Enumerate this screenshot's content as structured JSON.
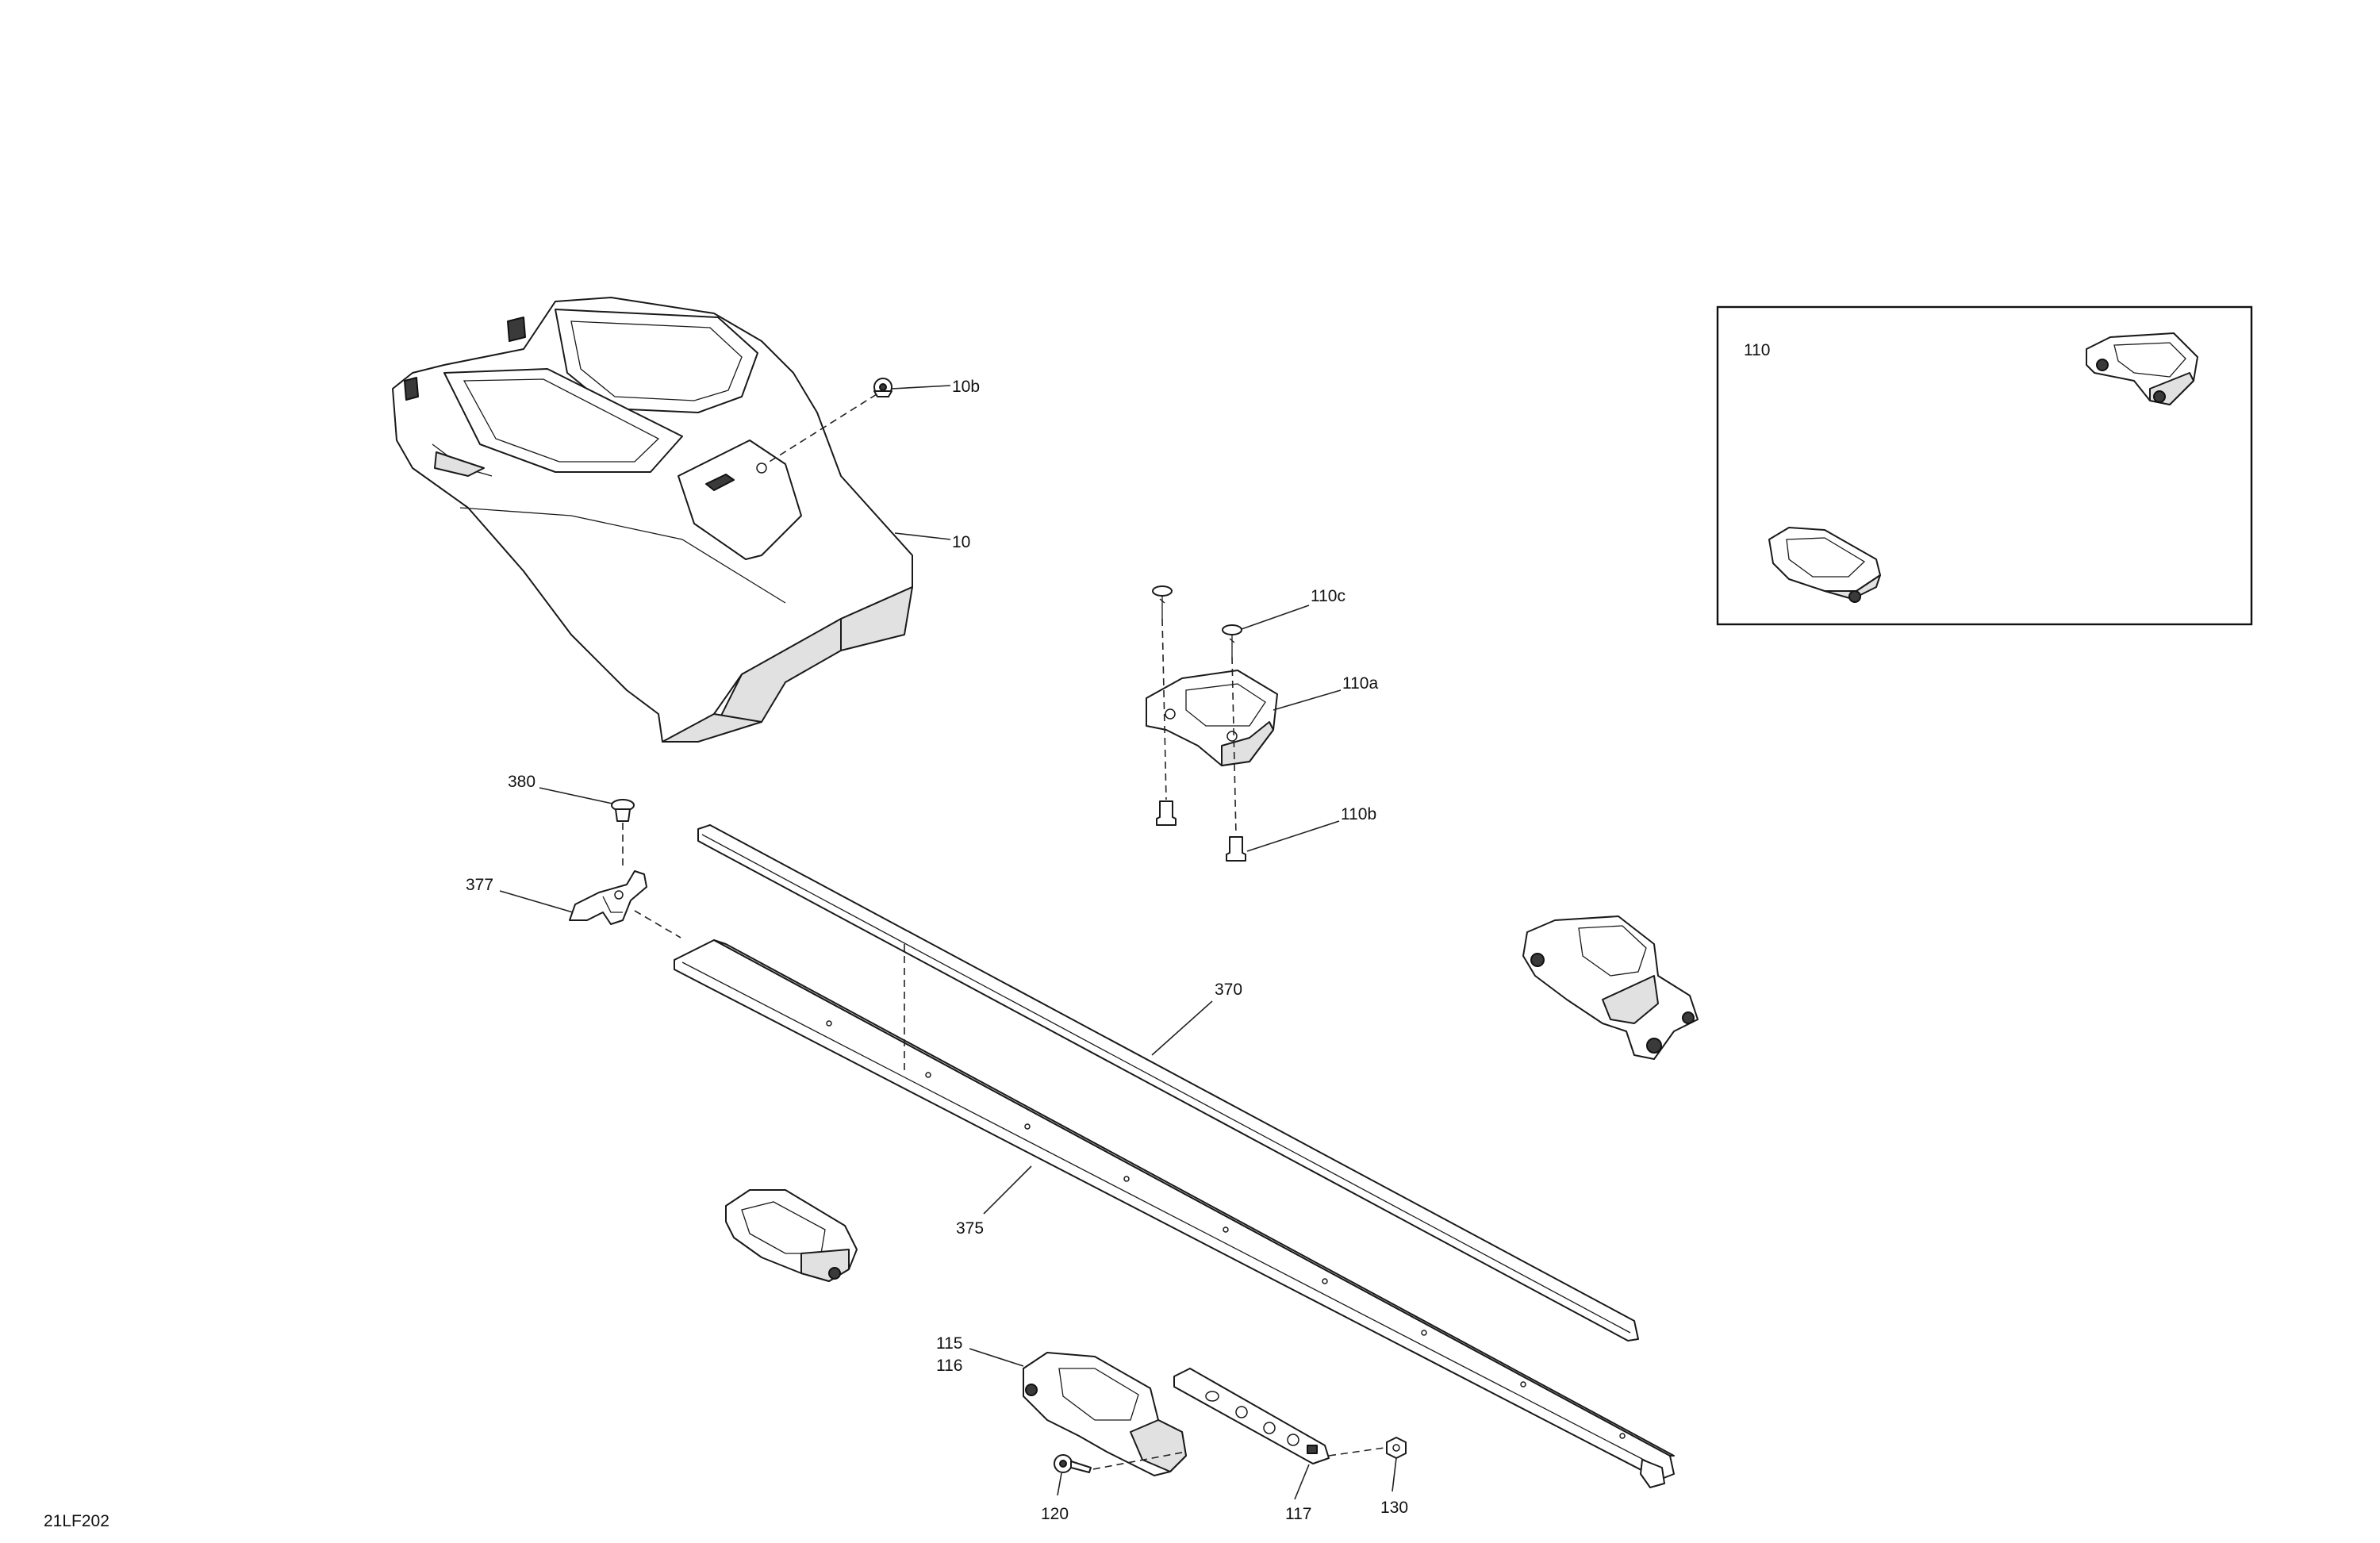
{
  "diagram": {
    "figure_code": "21LF202",
    "inset_label": "110",
    "callouts": {
      "c10b": "10b",
      "c10": "10",
      "c110c": "110c",
      "c110a": "110a",
      "c110b": "110b",
      "c380": "380",
      "c377": "377",
      "c370": "370",
      "c375": "375",
      "c115": "115",
      "c116": "116",
      "c117": "117",
      "c120": "120",
      "c130": "130"
    }
  }
}
